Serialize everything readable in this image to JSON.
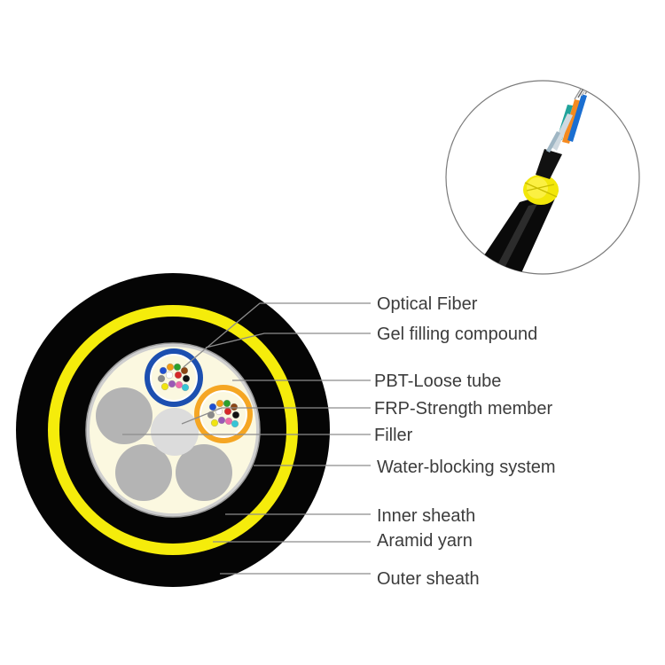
{
  "labels": {
    "optical_fiber": "Optical Fiber",
    "gel_filling_compound": "Gel filling compound",
    "pbt_loose_tube": "PBT-Loose tube",
    "frp_strength_member": "FRP-Strength member",
    "filler": "Filler",
    "water_blocking_system": "Water-blocking system",
    "inner_sheath": "Inner sheath",
    "aramid_yarn": "Aramid yarn",
    "outer_sheath": "Outer sheath"
  },
  "colors": {
    "outer_sheath": "#050505",
    "aramid_yarn": "#f5ec0b",
    "inner_sheath": "#050505",
    "gel_compound": "#fbf8e0",
    "filler": "#b4b4b4",
    "frp_member": "#dcdcdc",
    "tube_blue": "#1c4fb0",
    "tube_orange": "#f5a623"
  },
  "fiber_colors": [
    "#1f4fd0",
    "#f39c12",
    "#2ca02c",
    "#8b4513",
    "#8a8a8a",
    "#ffffff",
    "#d62728",
    "#111111",
    "#f1e40f",
    "#9b59b6",
    "#f06aa8",
    "#36c5d6"
  ]
}
